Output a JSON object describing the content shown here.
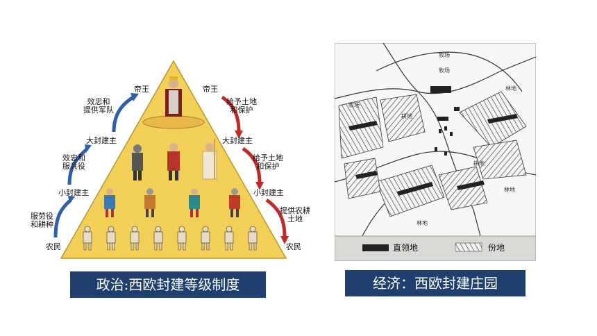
{
  "pyramid": {
    "caption": "政治:西欧封建等级制度",
    "left_labels": {
      "emperor": "帝王",
      "great_lord": "大封建主",
      "small_lord": "小封建主",
      "peasant": "农民",
      "duty1": "效忠和\n提供军队",
      "duty2": "效忠和\n服兵役",
      "duty3": "服劳役\n和耕种"
    },
    "right_labels": {
      "emperor": "帝王",
      "great_lord": "大封建主",
      "small_lord": "小封建主",
      "peasant": "农民",
      "grant1": "给予土地\n和保护",
      "grant2": "给予土地\n和保护",
      "grant3": "提供农耕\n土地"
    },
    "colors": {
      "triangle": "#f2cf57",
      "up_arrow": "#2f5fa6",
      "down_arrow": "#c02a28"
    }
  },
  "manor": {
    "caption": "经济：西欧封建庄园",
    "legend": {
      "demesne": "直领地",
      "holding": "份地"
    },
    "labels": [
      "牧场",
      "牧场",
      "林地",
      "林地",
      "林地",
      "牧场",
      "耕地",
      "耕地"
    ]
  }
}
